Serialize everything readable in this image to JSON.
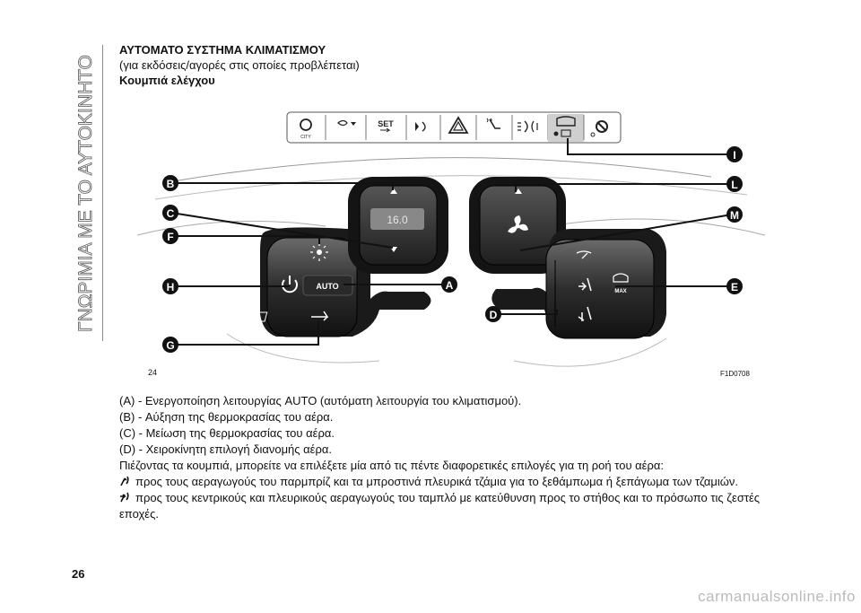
{
  "sidebar": {
    "section": "ΓΝΩΡΙΜΙΑ ΜΕ ΤΟ ΑΥΤΟΚΙΝΗΤΟ"
  },
  "header": {
    "title": "ΑΥΤΟΜΑΤΟ ΣΥΣΤΗΜΑ ΚΛΙΜΑΤΙΣΜΟΥ",
    "subtitle": "(για εκδόσεις/αγορές στις οποίες προβλέπεται)",
    "subheading": "Κουμπιά ελέγχου"
  },
  "figure": {
    "page_ref": "24",
    "code": "F1D0708",
    "display_value": "16.0",
    "auto_label": "AUTO",
    "max_label": "MAX",
    "city_label": "CITY",
    "set_label": "SET",
    "callouts": [
      "A",
      "B",
      "C",
      "D",
      "E",
      "F",
      "G",
      "H",
      "I",
      "L",
      "M"
    ]
  },
  "body": {
    "items": [
      "(A) - Ενεργοποίηση λειτουργίας AUTO (αυτόματη λειτουργία του κλιματισμού).",
      "(B) - Αύξηση της θερμοκρασίας του αέρα.",
      "(C) - Μείωση της θερμοκρασίας του αέρα.",
      "(D) - Χειροκίνητη επιλογή διανομής αέρα."
    ],
    "intro": "Πιέζοντας τα κουμπιά, μπορείτε να επιλέξετε μία από τις πέντε διαφορετικές επιλογές για τη ροή του αέρα:",
    "option1": "προς τους αεραγωγούς του παρμπρίζ και τα μπροστινά πλευρικά τζάμια για το ξεθάμπωμα ή ξεπάγωμα των τζαμιών.",
    "option2": "προς τους κεντρικούς και πλευρικούς αεραγωγούς του ταμπλό με κατεύθυνση προς το στήθος και το πρόσωπο τις ζεστές",
    "option2_cont": "εποχές."
  },
  "footer": {
    "page_number": "26",
    "watermark": "carmanualsonline.info"
  }
}
